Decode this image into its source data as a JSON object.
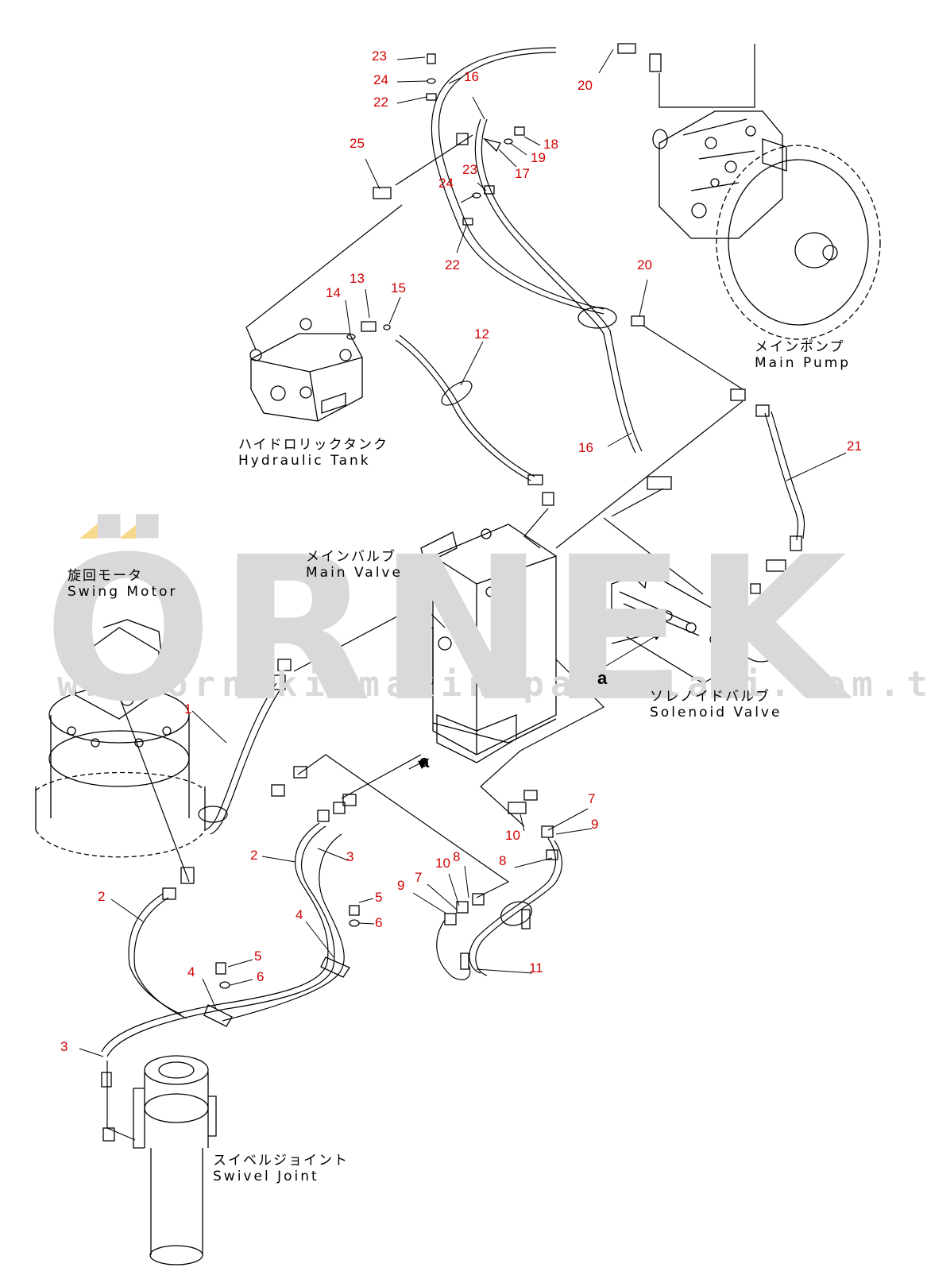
{
  "watermark": {
    "word": "ÖRNEK",
    "url": "www.ornekismakinaparcalari.com.tr",
    "text_color": "#d9d9dc",
    "accent_color": "#f6d98a"
  },
  "components": [
    {
      "id": "main_pump",
      "jp": "メインポンプ",
      "en": "Main Pump"
    },
    {
      "id": "hydraulic_tank",
      "jp": "ハイドロリックタンク",
      "en": "Hydraulic Tank"
    },
    {
      "id": "swing_motor",
      "jp": "旋回モータ",
      "en": "Swing Motor"
    },
    {
      "id": "main_valve",
      "jp": "メインバルブ",
      "en": "Main Valve"
    },
    {
      "id": "solenoid_valve",
      "jp": "ソレノイドバルブ",
      "en": "Solenoid Valve"
    },
    {
      "id": "swivel_joint",
      "jp": "スイベルジョイント",
      "en": "Swivel Joint"
    }
  ],
  "part_numbers": [
    "23",
    "24",
    "22",
    "16",
    "25",
    "18",
    "19",
    "17",
    "23",
    "24",
    "22",
    "20",
    "20",
    "13",
    "14",
    "15",
    "12",
    "16",
    "21",
    "1",
    "2",
    "3",
    "10",
    "7",
    "9",
    "8",
    "9",
    "7",
    "10",
    "8",
    "5",
    "6",
    "4",
    "11",
    "2",
    "5",
    "6",
    "4",
    "3"
  ],
  "view_labels": [
    "a",
    "a"
  ],
  "callout_color": "#d00000"
}
